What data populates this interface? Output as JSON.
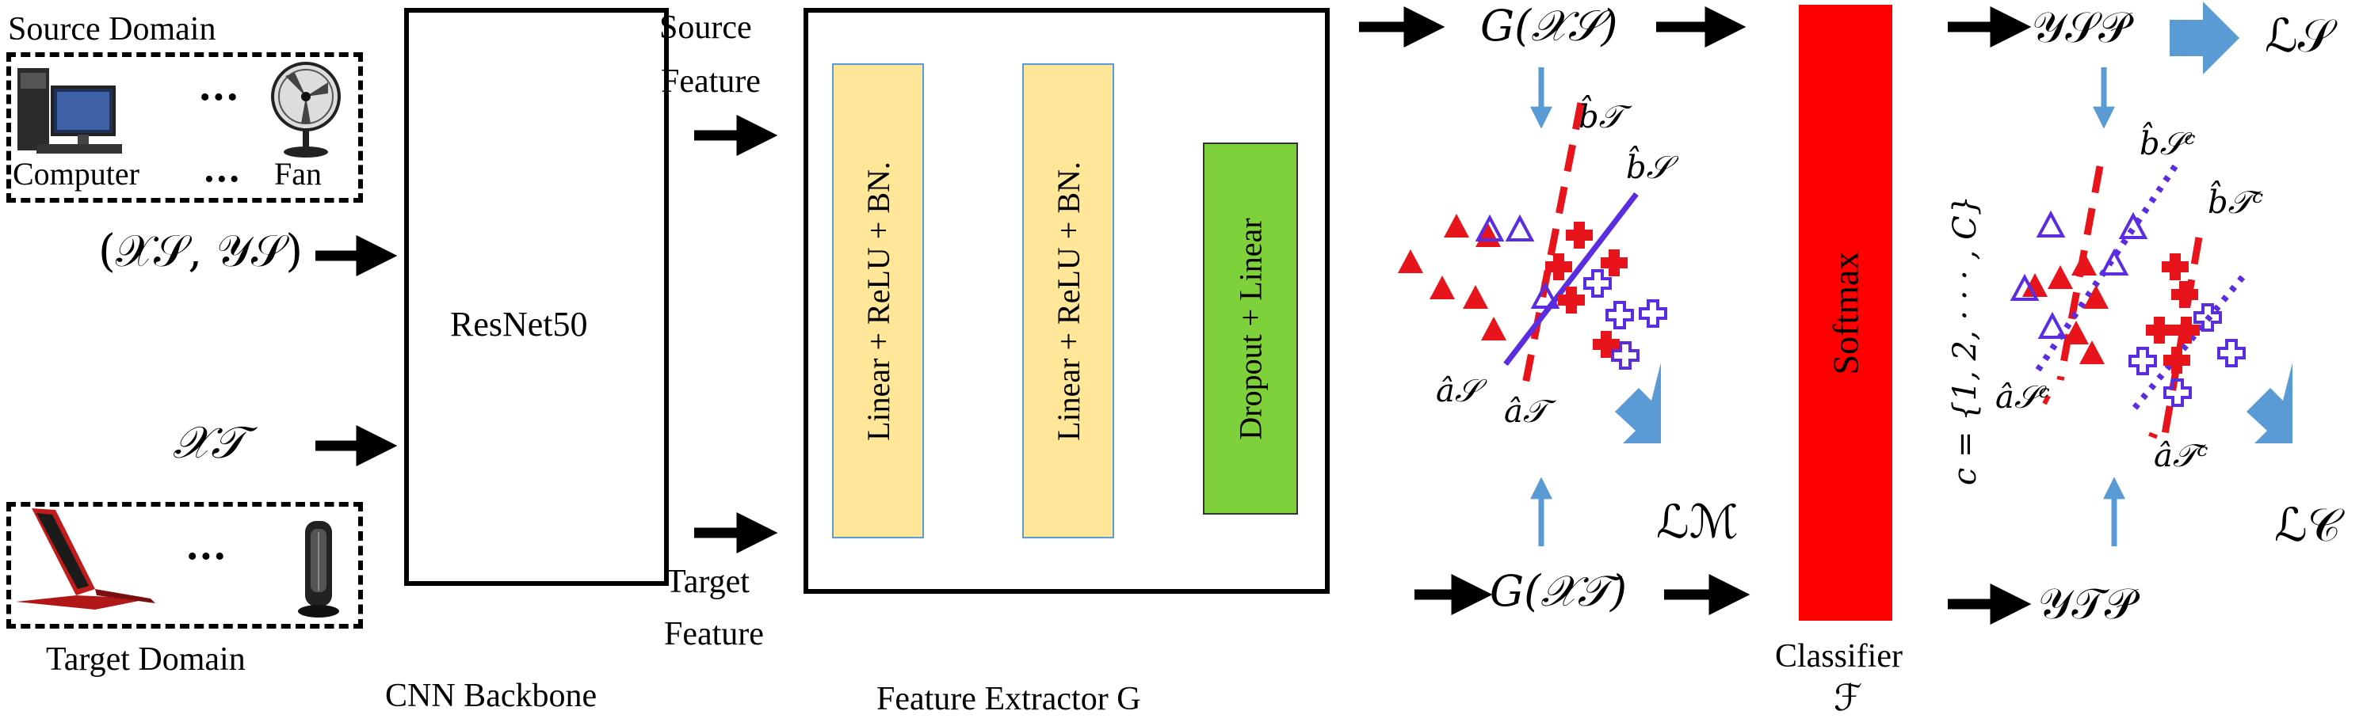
{
  "source_domain": {
    "title": "Source Domain",
    "item_left": "Computer",
    "item_right": "Fan",
    "ellipsis": "•••",
    "ellipsis_bottom": "•••"
  },
  "target_domain": {
    "title": "Target Domain",
    "ellipsis": "•••"
  },
  "inputs": {
    "source_input": "(𝒳𝒮, 𝒴𝒮)",
    "target_input": "𝒳𝒯"
  },
  "backbone": {
    "box_label": "ResNet50",
    "caption": "CNN Backbone"
  },
  "features": {
    "source_line1": "Source",
    "source_line2": "Feature",
    "target_line1": "Target",
    "target_line2": "Feature"
  },
  "extractor": {
    "block1": "Linear + ReLU + BN.",
    "block2": "Linear + ReLU + BN.",
    "block3": "Dropout + Linear",
    "caption": "Feature Extractor G"
  },
  "middle": {
    "g_source": "G(𝒳𝒮)",
    "g_target": "G(𝒳𝒯)",
    "b_t_hat": "b̂𝒯",
    "b_s_hat": "b̂𝒮",
    "a_s_hat": "â𝒮",
    "a_t_hat": "â𝒯",
    "loss_m": "ℒℳ"
  },
  "classifier": {
    "box_label": "Softmax",
    "caption_line1": "Classifier",
    "caption_line2": "ℱ"
  },
  "right": {
    "y_source": "𝒴𝒮𝒫",
    "y_target": "𝒴𝒯𝒫",
    "loss_s": "ℒ𝒮",
    "loss_c": "ℒ𝒞",
    "class_set": "c = {1, 2, · · · , C}",
    "b_s_c": "b̂𝒮ᶜ",
    "b_t_c": "b̂𝒯ᶜ",
    "a_s_c": "â𝒮ᶜ",
    "a_t_c": "â𝒯ᶜ"
  },
  "colors": {
    "red": "#e8141b",
    "purple": "#5a2de0",
    "blue_arrow": "#5b9bd5",
    "yellow": "#ffe699",
    "green": "#7fd13b",
    "softmax": "#ff0000"
  }
}
